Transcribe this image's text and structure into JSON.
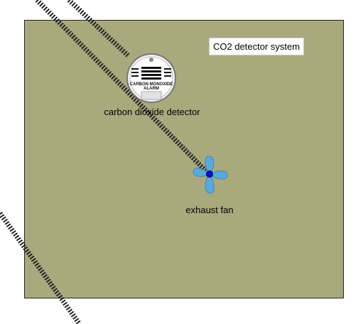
{
  "title": "CO2 detector system",
  "detector": {
    "label": "carbon dioxide detector",
    "face_text_line1": "CARBON MONOXIDE",
    "face_text_line2": "ALARM",
    "icon": "smoke-detector-icon"
  },
  "fan": {
    "label": "exhaust fan",
    "icon": "fan-icon",
    "blade_color": "#5aa9dd",
    "hub_color": "#1010c0"
  },
  "colors": {
    "panel": "#a9a97e",
    "wire": "#222222"
  }
}
